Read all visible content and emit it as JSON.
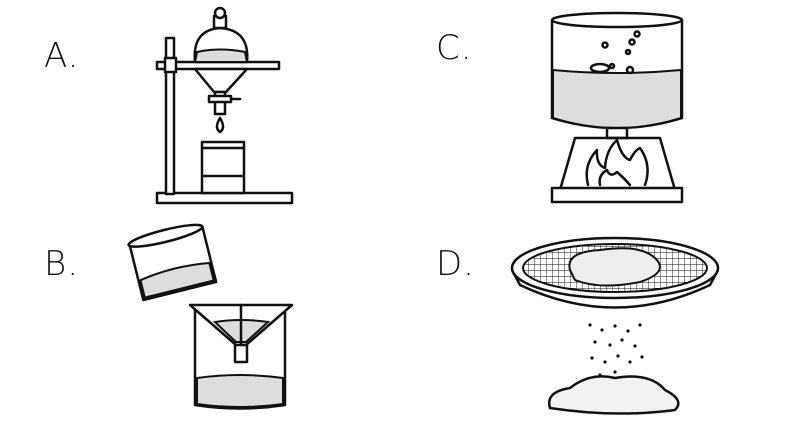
{
  "labels": {
    "a": "A.",
    "b": "B.",
    "c": "C.",
    "d": "D."
  },
  "panels": [
    {
      "label": "A.",
      "depicts": "separating-funnel-on-stand"
    },
    {
      "label": "B.",
      "depicts": "filtration"
    },
    {
      "label": "C.",
      "depicts": "evaporation-over-flame"
    },
    {
      "label": "D.",
      "depicts": "sieving"
    }
  ]
}
